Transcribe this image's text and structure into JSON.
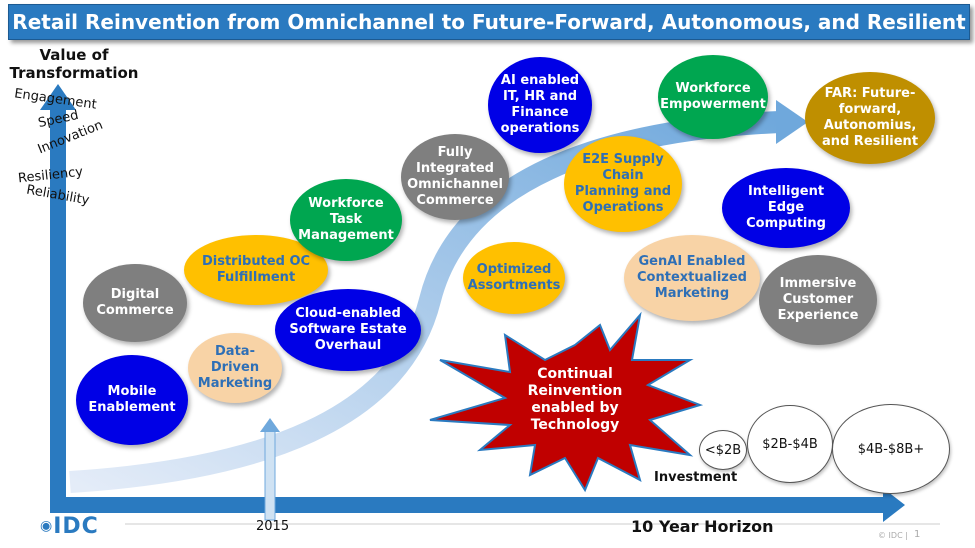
{
  "title": "Retail Reinvention from Omnichannel to Future-Forward, Autonomous, and Resilient",
  "y_axis": {
    "label": "Value of Transformation",
    "items": [
      "Engagement",
      "Speed",
      "Innovation",
      "Resiliency",
      "Reliability"
    ]
  },
  "x_axis": {
    "label": "10 Year Horizon",
    "start": "2015"
  },
  "bubbles": [
    {
      "text": "Mobile Enablement",
      "color": "#0000e6"
    },
    {
      "text": "Data-Driven Marketing",
      "color": "#f8d3a6"
    },
    {
      "text": "Digital Commerce",
      "color": "#7f7f7f"
    },
    {
      "text": "Distributed OC Fulfillment",
      "color": "#ffc000"
    },
    {
      "text": "Cloud-enabled Software Estate Overhaul",
      "color": "#0000e6"
    },
    {
      "text": "Workforce Task Management",
      "color": "#00a650"
    },
    {
      "text": "Fully Integrated Omnichannel Commerce",
      "color": "#7f7f7f"
    },
    {
      "text": "AI enabled IT, HR and Finance operations",
      "color": "#0000e6"
    },
    {
      "text": "E2E Supply Chain Planning and Operations",
      "color": "#ffc000"
    },
    {
      "text": "Optimized Assortments",
      "color": "#ffc000"
    },
    {
      "text": "Workforce Empowerment",
      "color": "#00a650"
    },
    {
      "text": "FAR: Future-forward, Autonomius, and Resilient",
      "color": "#bf8f00"
    },
    {
      "text": "Intelligent Edge Computing",
      "color": "#0000e6"
    },
    {
      "text": "GenAI Enabled Contextualized Marketing",
      "color": "#f8d3a6"
    },
    {
      "text": "Immersive Customer Experience",
      "color": "#7f7f7f"
    }
  ],
  "starburst": "Continual Reinvention enabled by Technology",
  "investment": {
    "label": "Investment",
    "levels": [
      "<$2B",
      "$2B-$4B",
      "$4B-$8B+"
    ]
  },
  "footer": {
    "logo": "IDC",
    "copyright": "© IDC |",
    "page": "1"
  }
}
